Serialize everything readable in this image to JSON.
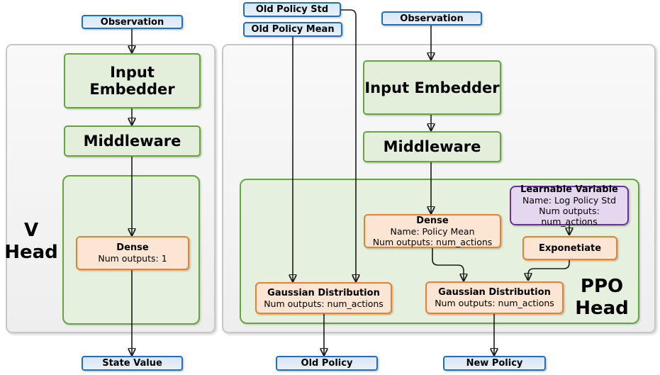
{
  "diagram_title": "PPO actor-critic network heads diagram",
  "colors": {
    "blue-border": "#1e6fc0",
    "blue-fill-top": "#d7e6f5",
    "blue-fill-bot": "#e9f1fa",
    "green-border": "#63a73c",
    "green-fill": "#e4efdb",
    "green-panel": "#e6f0de",
    "orange-border": "#e8802c",
    "orange-fill": "#fce6d3",
    "purple-border": "#6a2e9e",
    "purple-fill": "#e5d7f0",
    "gray-border": "#c7c7c7",
    "gray-fill": "#f3f3f3",
    "line": "#1a1a1a"
  },
  "groups": {
    "v_head": {
      "line1": "V",
      "line2": "Head"
    },
    "ppo_head": {
      "line1": "PPO",
      "line2": "Head"
    }
  },
  "nodes": {
    "observation_left": {
      "label": "Observation"
    },
    "observation_right": {
      "label": "Observation"
    },
    "old_policy_std": {
      "label": "Old Policy Std"
    },
    "old_policy_mean": {
      "label": "Old Policy Mean"
    },
    "input_embedder_left": {
      "label": "Input Embedder"
    },
    "middleware_left": {
      "label": "Middleware"
    },
    "dense_v": {
      "title": "Dense",
      "line2": "Num outputs: 1"
    },
    "input_embedder_right": {
      "label": "Input Embedder"
    },
    "middleware_right": {
      "label": "Middleware"
    },
    "dense_policy_mean": {
      "title": "Dense",
      "line2": "Name: Policy Mean",
      "line3": "Num outputs: num_actions"
    },
    "learnable_variable": {
      "title": "Learnable Variable",
      "line2": "Name: Log Policy Std",
      "line3": "Num outputs: num_actions"
    },
    "exponetiate": {
      "title": "Exponetiate"
    },
    "gaussian_old": {
      "title": "Gaussian Distribution",
      "line2": "Num outputs: num_actions"
    },
    "gaussian_new": {
      "title": "Gaussian Distribution",
      "line2": "Num outputs: num_actions"
    },
    "state_value": {
      "label": "State Value"
    },
    "old_policy": {
      "label": "Old Policy"
    },
    "new_policy": {
      "label": "New Policy"
    }
  }
}
